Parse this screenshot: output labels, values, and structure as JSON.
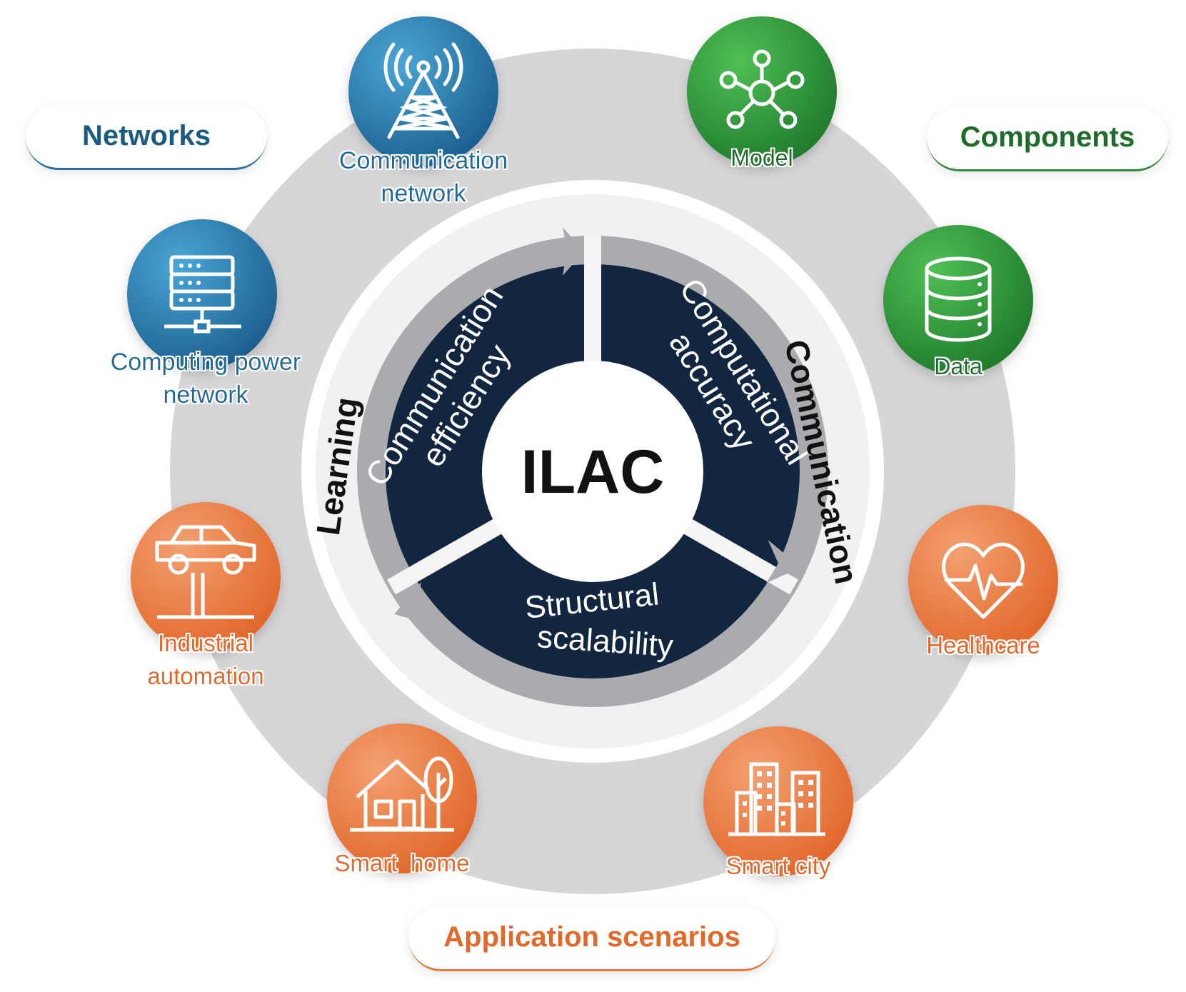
{
  "center": {
    "label": "ILAC"
  },
  "inner_sectors": {
    "communication_efficiency": [
      "Communication",
      "efficiency"
    ],
    "computational_accuracy": [
      "Computational",
      "accuracy"
    ],
    "structural_scalability": [
      "Structural",
      "scalability"
    ]
  },
  "ring_labels": {
    "learning": "Learning",
    "communication": "Communication"
  },
  "categories": {
    "networks": "Networks",
    "components": "Components",
    "application_scenarios": "Application scenarios"
  },
  "nodes": {
    "communication_network": {
      "lines": [
        "Communication",
        "network"
      ],
      "icon": "antenna-tower-icon"
    },
    "computing_power_network": {
      "lines": [
        "Computing power",
        "network"
      ],
      "icon": "server-rack-icon"
    },
    "model": {
      "lines": [
        "Model"
      ],
      "icon": "network-hub-icon"
    },
    "data": {
      "lines": [
        "Data"
      ],
      "icon": "database-icon"
    },
    "healthcare": {
      "lines": [
        "Healthcare"
      ],
      "icon": "heart-pulse-icon"
    },
    "smart_city": {
      "lines": [
        "Smart city"
      ],
      "icon": "city-buildings-icon"
    },
    "smart_home": {
      "lines": [
        "Smart  home"
      ],
      "icon": "house-tree-icon"
    },
    "industrial_automation": {
      "lines": [
        "Industrial",
        "automation"
      ],
      "icon": "car-lift-icon"
    }
  },
  "colors": {
    "networks_blue": "#2a7fb3",
    "components_green": "#2e9a3e",
    "applications_orange": "#ec7a3d",
    "core_navy": "#12263f",
    "ring_gray": "#d3d3d5"
  }
}
